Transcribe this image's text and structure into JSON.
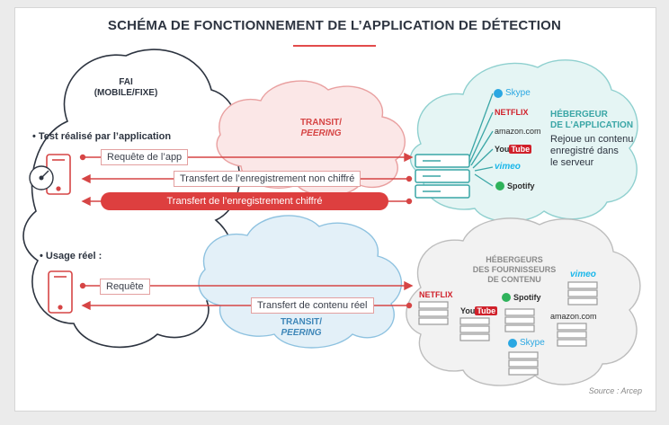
{
  "title": "SCHÉMA DE FONCTIONNEMENT DE L’APPLICATION DE DÉTECTION",
  "fai": {
    "line1": "FAI",
    "line2": "(MOBILE/FIXE)"
  },
  "test": {
    "label": "• Test réalisé par l’application",
    "msg_request": "Requête de l’app",
    "msg_unencrypted": "Transfert de l’enregistrement non chiffré",
    "msg_encrypted": "Transfert de l’enregistrement chiffré"
  },
  "transit_top": {
    "line1": "TRANSIT/",
    "line2": "PEERING"
  },
  "transit_bottom": {
    "line1": "TRANSIT/",
    "line2": "PEERING"
  },
  "app_host": {
    "line1": "HÉBERGEUR",
    "line2": "DE L’APPLICATION",
    "desc1": "Rejoue un contenu",
    "desc2": "enregistré dans",
    "desc3": "le serveur"
  },
  "real": {
    "label": "• Usage réel :",
    "msg_request": "Requête",
    "msg_transfer": "Transfert de contenu réel"
  },
  "providers": {
    "line1": "HÉBERGEURS",
    "line2": "DES FOURNISSEURS",
    "line3": "DE CONTENU"
  },
  "logos": {
    "skype": "Skype",
    "netflix": "NETFLIX",
    "amazon": "amazon.com",
    "youtube_you": "You",
    "youtube_tube": "Tube",
    "vimeo": "vimeo",
    "spotify": "Spotify"
  },
  "source": "Source : Arcep",
  "colors": {
    "red": "#d64545",
    "blue": "#3d86b8",
    "teal": "#3aa6a6",
    "dark": "#2d3440"
  }
}
